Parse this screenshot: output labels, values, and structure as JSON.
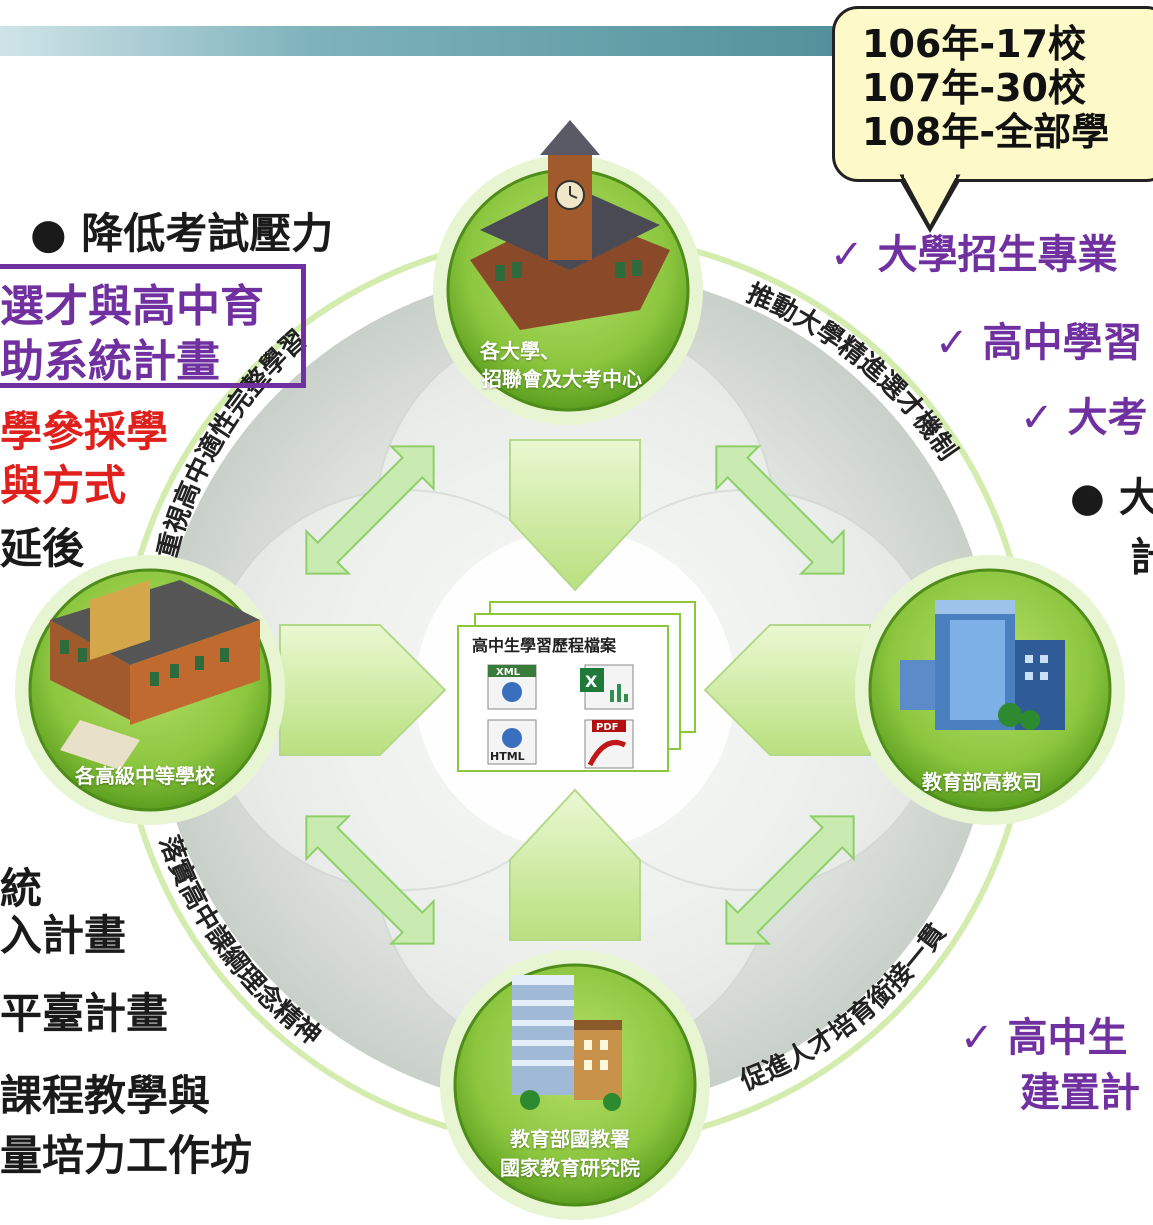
{
  "callout": {
    "line1": "106年-17校",
    "line2": "107年-30校",
    "line3": "108年-全部學"
  },
  "left_text": {
    "bullet_reduce": "● 降低考試壓力",
    "box_line1": "選才與高中育",
    "box_line2": "助系統計畫",
    "red_line1": "學參採學",
    "red_line2": "與方式",
    "delay": "延後",
    "sys": "統",
    "plan_in": "入計畫",
    "platform": "平臺計畫",
    "course": "課程教學與",
    "workshop": "量培力工作坊"
  },
  "right_text": {
    "univ_special": "✓ 大學招生專業",
    "hs_learn": "✓ 高中學習",
    "exam_center": "✓ 大考",
    "bullet_big": "● 大",
    "plan_short": "計",
    "hs_student": "✓ 高中生",
    "build_plan": "建置計"
  },
  "nodes": {
    "top": {
      "line1": "各大學、",
      "line2": "招聯會及大考中心"
    },
    "left": {
      "label": "各高級中等學校"
    },
    "right": {
      "label": "教育部高教司"
    },
    "bottom": {
      "line1": "教育部國教署",
      "line2": "國家教育研究院"
    }
  },
  "center": {
    "title": "高中生學習歷程檔案",
    "icons": [
      "XML",
      "Excel",
      "HTML",
      "PDF"
    ]
  },
  "ring_labels": {
    "top_left": "重視高中適性完整學習",
    "top_right": "推動大學精進選才機制",
    "bottom_left": "落實高中課綱理念精神",
    "bottom_right": "促進人才培育銜接一貫"
  },
  "colors": {
    "node_green": "#8cc63f",
    "node_dark": "#5a9e1e",
    "purple": "#7030a0",
    "red": "#e0201c",
    "arrow_light": "#d6f0b0"
  }
}
